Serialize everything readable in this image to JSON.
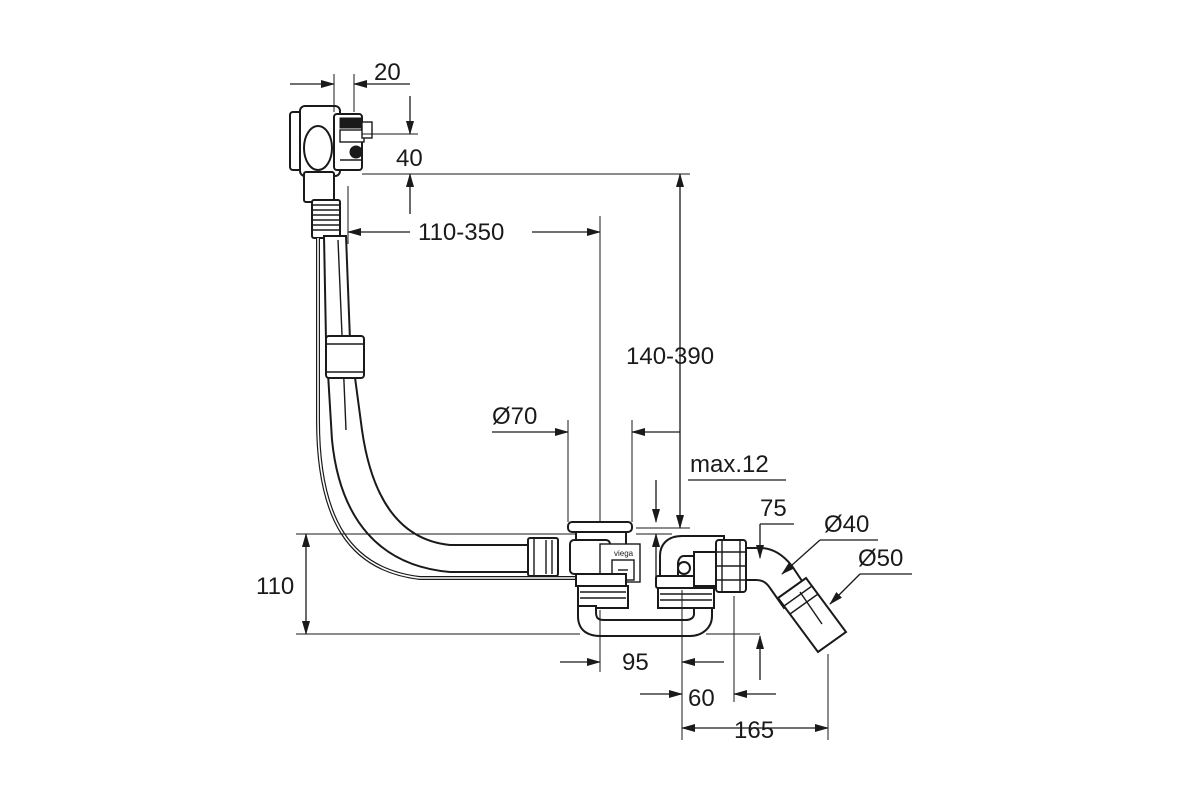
{
  "dimensions": {
    "d20": "20",
    "d40": "40",
    "d110_350": "110-350",
    "d140_390": "140-390",
    "dia70": "Ø70",
    "max12": "max.12",
    "d75": "75",
    "dia40": "Ø40",
    "dia50": "Ø50",
    "d110": "110",
    "d95": "95",
    "d60": "60",
    "d165": "165"
  },
  "parts": {
    "stamp_text": "viega"
  }
}
